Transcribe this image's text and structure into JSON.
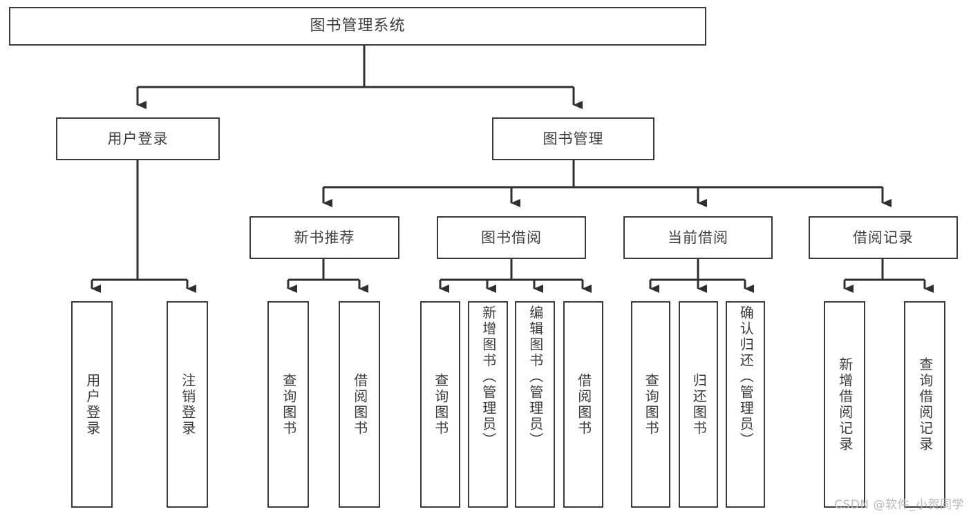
{
  "diagram": {
    "title": "图书管理系统",
    "type": "tree",
    "root": {
      "id": "root",
      "label": "图书管理系统"
    },
    "level2": [
      {
        "id": "user-login",
        "label": "用户登录"
      },
      {
        "id": "book-manage",
        "label": "图书管理"
      }
    ],
    "level3": [
      {
        "id": "new-book-rec",
        "label": "新书推荐",
        "parent": "book-manage"
      },
      {
        "id": "book-borrow",
        "label": "图书借阅",
        "parent": "book-manage"
      },
      {
        "id": "current-borrow",
        "label": "当前借阅",
        "parent": "book-manage"
      },
      {
        "id": "borrow-record",
        "label": "借阅记录",
        "parent": "book-manage"
      }
    ],
    "leaves": [
      {
        "id": "leaf-user-login",
        "label": "用户登录",
        "parent": "user-login"
      },
      {
        "id": "leaf-logout",
        "label": "注销登录",
        "parent": "user-login"
      },
      {
        "id": "leaf-query-book-1",
        "label": "查询图书",
        "parent": "new-book-rec"
      },
      {
        "id": "leaf-borrow-book-1",
        "label": "借阅图书",
        "parent": "new-book-rec"
      },
      {
        "id": "leaf-query-book-2",
        "label": "查询图书",
        "parent": "book-borrow"
      },
      {
        "id": "leaf-add-book",
        "label": "新增图书（管理员）",
        "parent": "book-borrow"
      },
      {
        "id": "leaf-edit-book",
        "label": "编辑图书（管理员）",
        "parent": "book-borrow"
      },
      {
        "id": "leaf-borrow-book-2",
        "label": "借阅图书",
        "parent": "book-borrow"
      },
      {
        "id": "leaf-query-book-3",
        "label": "查询图书",
        "parent": "current-borrow"
      },
      {
        "id": "leaf-return-book",
        "label": "归还图书",
        "parent": "current-borrow"
      },
      {
        "id": "leaf-confirm-return",
        "label": "确认归还（管理员）",
        "parent": "current-borrow"
      },
      {
        "id": "leaf-add-record",
        "label": "新增借阅记录",
        "parent": "borrow-record"
      },
      {
        "id": "leaf-query-record",
        "label": "查询借阅记录",
        "parent": "borrow-record"
      }
    ],
    "colors": {
      "border": "#3a3a3a",
      "text": "#3c3c3c",
      "background": "#ffffff",
      "connector": "#2f2f2f",
      "watermark": "#b9b9b9"
    }
  },
  "watermark": {
    "text": "CSDN @软件_小贺同学"
  }
}
